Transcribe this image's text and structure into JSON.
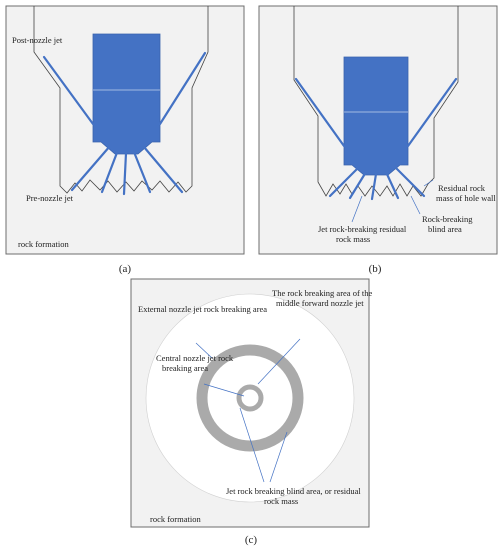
{
  "panel_a": {
    "label_post_nozzle": "Post-nozzle jet",
    "label_pre_nozzle": "Pre-nozzle jet",
    "label_rock": "rock formation",
    "caption": "(a)"
  },
  "panel_b": {
    "label_residual_mass": [
      "Jet rock-breaking residual",
      "rock mass"
    ],
    "label_residual_wall": [
      "Residual rock",
      "mass of hole wall"
    ],
    "label_blind": [
      "Rock-breaking",
      "blind area"
    ],
    "caption": "(b)"
  },
  "panel_c": {
    "label_external": "External nozzle jet rock breaking area",
    "label_middle": [
      "The rock breaking area of the",
      "middle forward nozzle jet"
    ],
    "label_central": [
      "Central nozzle jet rock",
      "breaking area"
    ],
    "label_blind": [
      "Jet rock breaking blind area, or residual",
      "rock mass"
    ],
    "label_rock": "rock formation",
    "caption": "(c)"
  },
  "colors": {
    "nozzle_body": "#4472c4",
    "jet": "#4472c4",
    "panel_fill": "#f2f2f2",
    "ring": "#aaaaaa",
    "disc": "#ffffff"
  }
}
